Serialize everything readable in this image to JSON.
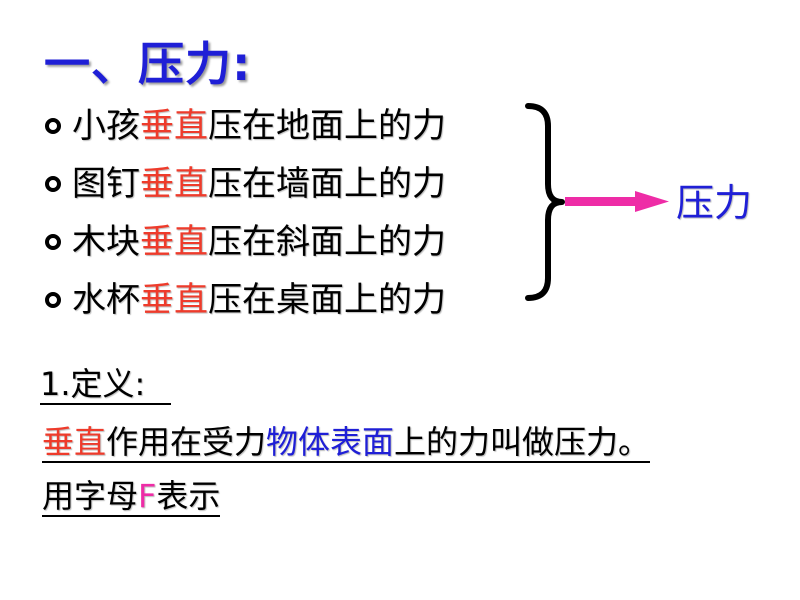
{
  "title": "一、压力:",
  "examples": [
    {
      "subject": "小孩",
      "keyword": "垂直",
      "rest": "压在地面上的力"
    },
    {
      "subject": "图钉",
      "keyword": "垂直",
      "rest": "压在墙面上的力"
    },
    {
      "subject": "木块",
      "keyword": "垂直",
      "rest": "压在斜面上的力"
    },
    {
      "subject": "水杯",
      "keyword": "垂直",
      "rest": "压在桌面上的力"
    }
  ],
  "result": "压力",
  "definition": {
    "heading": "1.定义:",
    "line1": {
      "part1": "垂直",
      "part2": "作用在受力",
      "part3": "物体表面",
      "part4": "上的力叫做压力。"
    },
    "line2": {
      "part1": "用字母",
      "part2": "F",
      "part3": "表示"
    }
  },
  "colors": {
    "title": "#1f1fd6",
    "keyword": "#ee3b2b",
    "emphasis_blue": "#1f1fd6",
    "symbol": "#ee2ca6",
    "arrow": "#ee2ca6"
  },
  "icons": {
    "bullet": "hollow-circle-bullet-icon",
    "brace": "right-curly-brace-icon",
    "arrow": "right-arrow-icon"
  }
}
